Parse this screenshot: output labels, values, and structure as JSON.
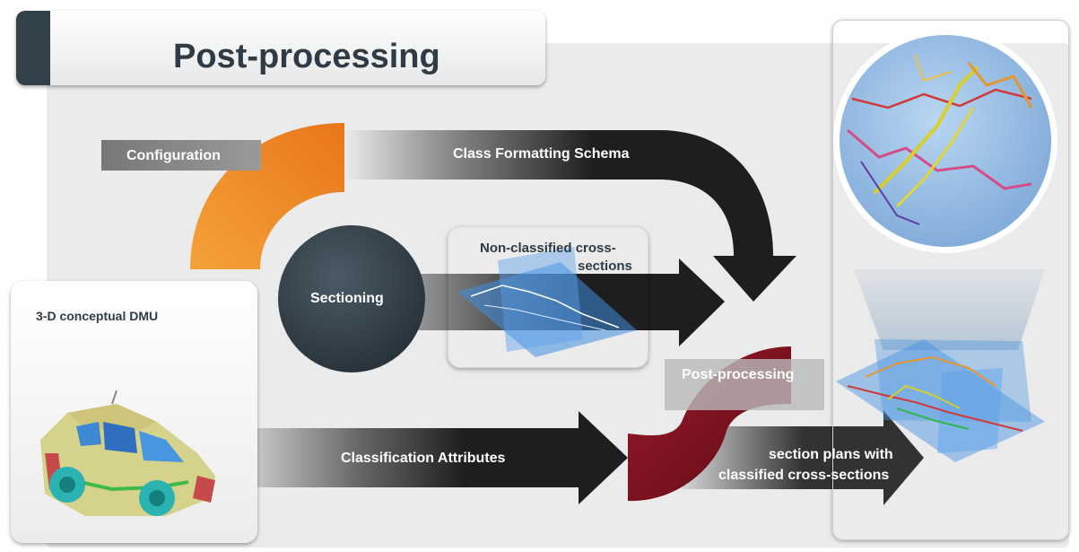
{
  "title": "Post-processing",
  "labels": {
    "configuration": "Configuration",
    "class_formatting_schema": "Class Formatting Schema",
    "sectioning": "Sectioning",
    "non_classified_line1": "Non-classified cross-",
    "non_classified_line2": "sections",
    "dmu": "3-D conceptual DMU",
    "classification_attributes": "Classification Attributes",
    "post_processing_step": "Post-processing",
    "output_line1": "section plans with",
    "output_line2": "classified cross-sections"
  },
  "colors": {
    "title_text": "#2f3c45",
    "dark_node": "#33414b",
    "arrow_dark": "#1f1f1f",
    "configuration_arc": "#f08a1e",
    "postprocessing_arc": "#7e1321",
    "section_plane": "#3f8ee0"
  }
}
